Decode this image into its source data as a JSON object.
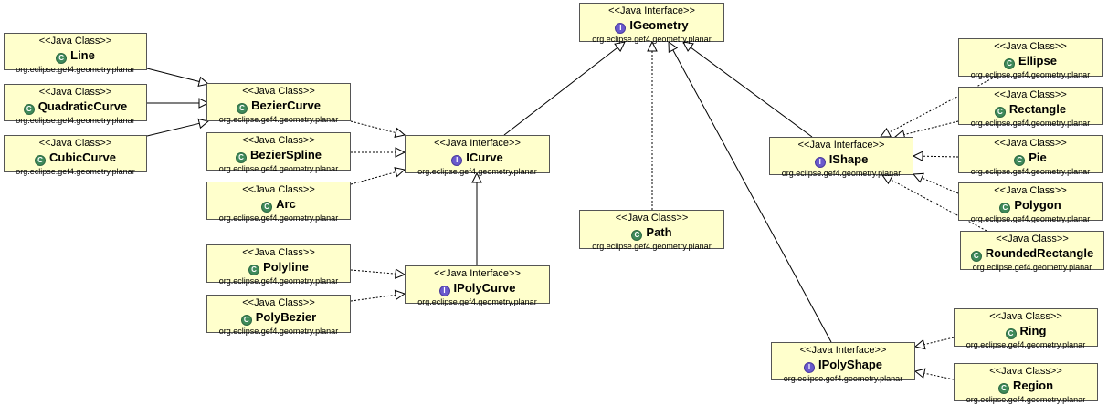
{
  "diagram": {
    "nodes": [
      {
        "id": "IGeometry",
        "kind": "interface",
        "stereotype": "<<Java Interface>>",
        "name": "IGeometry",
        "package": "org.eclipse.gef4.geometry.planar",
        "icon": "interface-icon"
      },
      {
        "id": "Line",
        "kind": "class",
        "stereotype": "<<Java Class>>",
        "name": "Line",
        "package": "org.eclipse.gef4.geometry.planar",
        "icon": "class-icon"
      },
      {
        "id": "QuadraticCurve",
        "kind": "class",
        "stereotype": "<<Java Class>>",
        "name": "QuadraticCurve",
        "package": "org.eclipse.gef4.geometry.planar",
        "icon": "class-icon"
      },
      {
        "id": "CubicCurve",
        "kind": "class",
        "stereotype": "<<Java Class>>",
        "name": "CubicCurve",
        "package": "org.eclipse.gef4.geometry.planar",
        "icon": "class-icon"
      },
      {
        "id": "BezierCurve",
        "kind": "class",
        "stereotype": "<<Java Class>>",
        "name": "BezierCurve",
        "package": "org.eclipse.gef4.geometry.planar",
        "icon": "class-icon"
      },
      {
        "id": "BezierSpline",
        "kind": "class",
        "stereotype": "<<Java Class>>",
        "name": "BezierSpline",
        "package": "org.eclipse.gef4.geometry.planar",
        "icon": "class-icon"
      },
      {
        "id": "Arc",
        "kind": "class",
        "stereotype": "<<Java Class>>",
        "name": "Arc",
        "package": "org.eclipse.gef4.geometry.planar",
        "icon": "class-icon"
      },
      {
        "id": "ICurve",
        "kind": "interface",
        "stereotype": "<<Java Interface>>",
        "name": "ICurve",
        "package": "org.eclipse.gef4.geometry.planar",
        "icon": "interface-icon"
      },
      {
        "id": "Polyline",
        "kind": "class",
        "stereotype": "<<Java Class>>",
        "name": "Polyline",
        "package": "org.eclipse.gef4.geometry.planar",
        "icon": "class-icon"
      },
      {
        "id": "PolyBezier",
        "kind": "class",
        "stereotype": "<<Java Class>>",
        "name": "PolyBezier",
        "package": "org.eclipse.gef4.geometry.planar",
        "icon": "class-icon"
      },
      {
        "id": "IPolyCurve",
        "kind": "interface",
        "stereotype": "<<Java Interface>>",
        "name": "IPolyCurve",
        "package": "org.eclipse.gef4.geometry.planar",
        "icon": "interface-icon"
      },
      {
        "id": "Path",
        "kind": "class",
        "stereotype": "<<Java Class>>",
        "name": "Path",
        "package": "org.eclipse.gef4.geometry.planar",
        "icon": "class-icon"
      },
      {
        "id": "IShape",
        "kind": "interface",
        "stereotype": "<<Java Interface>>",
        "name": "IShape",
        "package": "org.eclipse.gef4.geometry.planar",
        "icon": "interface-icon"
      },
      {
        "id": "Ellipse",
        "kind": "class",
        "stereotype": "<<Java Class>>",
        "name": "Ellipse",
        "package": "org.eclipse.gef4.geometry.planar",
        "icon": "class-icon"
      },
      {
        "id": "Rectangle",
        "kind": "class",
        "stereotype": "<<Java Class>>",
        "name": "Rectangle",
        "package": "org.eclipse.gef4.geometry.planar",
        "icon": "class-icon"
      },
      {
        "id": "Pie",
        "kind": "class",
        "stereotype": "<<Java Class>>",
        "name": "Pie",
        "package": "org.eclipse.gef4.geometry.planar",
        "icon": "class-icon"
      },
      {
        "id": "Polygon",
        "kind": "class",
        "stereotype": "<<Java Class>>",
        "name": "Polygon",
        "package": "org.eclipse.gef4.geometry.planar",
        "icon": "class-icon"
      },
      {
        "id": "RoundedRectangle",
        "kind": "class",
        "stereotype": "<<Java Class>>",
        "name": "RoundedRectangle",
        "package": "org.eclipse.gef4.geometry.planar",
        "icon": "class-icon"
      },
      {
        "id": "IPolyShape",
        "kind": "interface",
        "stereotype": "<<Java Interface>>",
        "name": "IPolyShape",
        "package": "org.eclipse.gef4.geometry.planar",
        "icon": "interface-icon"
      },
      {
        "id": "Ring",
        "kind": "class",
        "stereotype": "<<Java Class>>",
        "name": "Ring",
        "package": "org.eclipse.gef4.geometry.planar",
        "icon": "class-icon"
      },
      {
        "id": "Region",
        "kind": "class",
        "stereotype": "<<Java Class>>",
        "name": "Region",
        "package": "org.eclipse.gef4.geometry.planar",
        "icon": "class-icon"
      }
    ],
    "edges": [
      {
        "from": "Line",
        "to": "BezierCurve",
        "type": "extends"
      },
      {
        "from": "QuadraticCurve",
        "to": "BezierCurve",
        "type": "extends"
      },
      {
        "from": "CubicCurve",
        "to": "BezierCurve",
        "type": "extends"
      },
      {
        "from": "BezierCurve",
        "to": "ICurve",
        "type": "implements"
      },
      {
        "from": "BezierSpline",
        "to": "ICurve",
        "type": "implements"
      },
      {
        "from": "Arc",
        "to": "ICurve",
        "type": "implements"
      },
      {
        "from": "ICurve",
        "to": "IGeometry",
        "type": "extends"
      },
      {
        "from": "IPolyCurve",
        "to": "ICurve",
        "type": "extends"
      },
      {
        "from": "Polyline",
        "to": "IPolyCurve",
        "type": "implements"
      },
      {
        "from": "PolyBezier",
        "to": "IPolyCurve",
        "type": "implements"
      },
      {
        "from": "Path",
        "to": "IGeometry",
        "type": "implements"
      },
      {
        "from": "IShape",
        "to": "IGeometry",
        "type": "extends"
      },
      {
        "from": "IPolyShape",
        "to": "IGeometry",
        "type": "extends"
      },
      {
        "from": "Ellipse",
        "to": "IShape",
        "type": "implements"
      },
      {
        "from": "Rectangle",
        "to": "IShape",
        "type": "implements"
      },
      {
        "from": "Pie",
        "to": "IShape",
        "type": "implements"
      },
      {
        "from": "Polygon",
        "to": "IShape",
        "type": "implements"
      },
      {
        "from": "RoundedRectangle",
        "to": "IShape",
        "type": "implements"
      },
      {
        "from": "Ring",
        "to": "IPolyShape",
        "type": "implements"
      },
      {
        "from": "Region",
        "to": "IPolyShape",
        "type": "implements"
      }
    ],
    "colors": {
      "box_fill": "#ffffcc",
      "box_border": "#555555",
      "class_icon": "#3f8a5a",
      "interface_icon": "#6a5acd",
      "edge": "#000000"
    }
  }
}
